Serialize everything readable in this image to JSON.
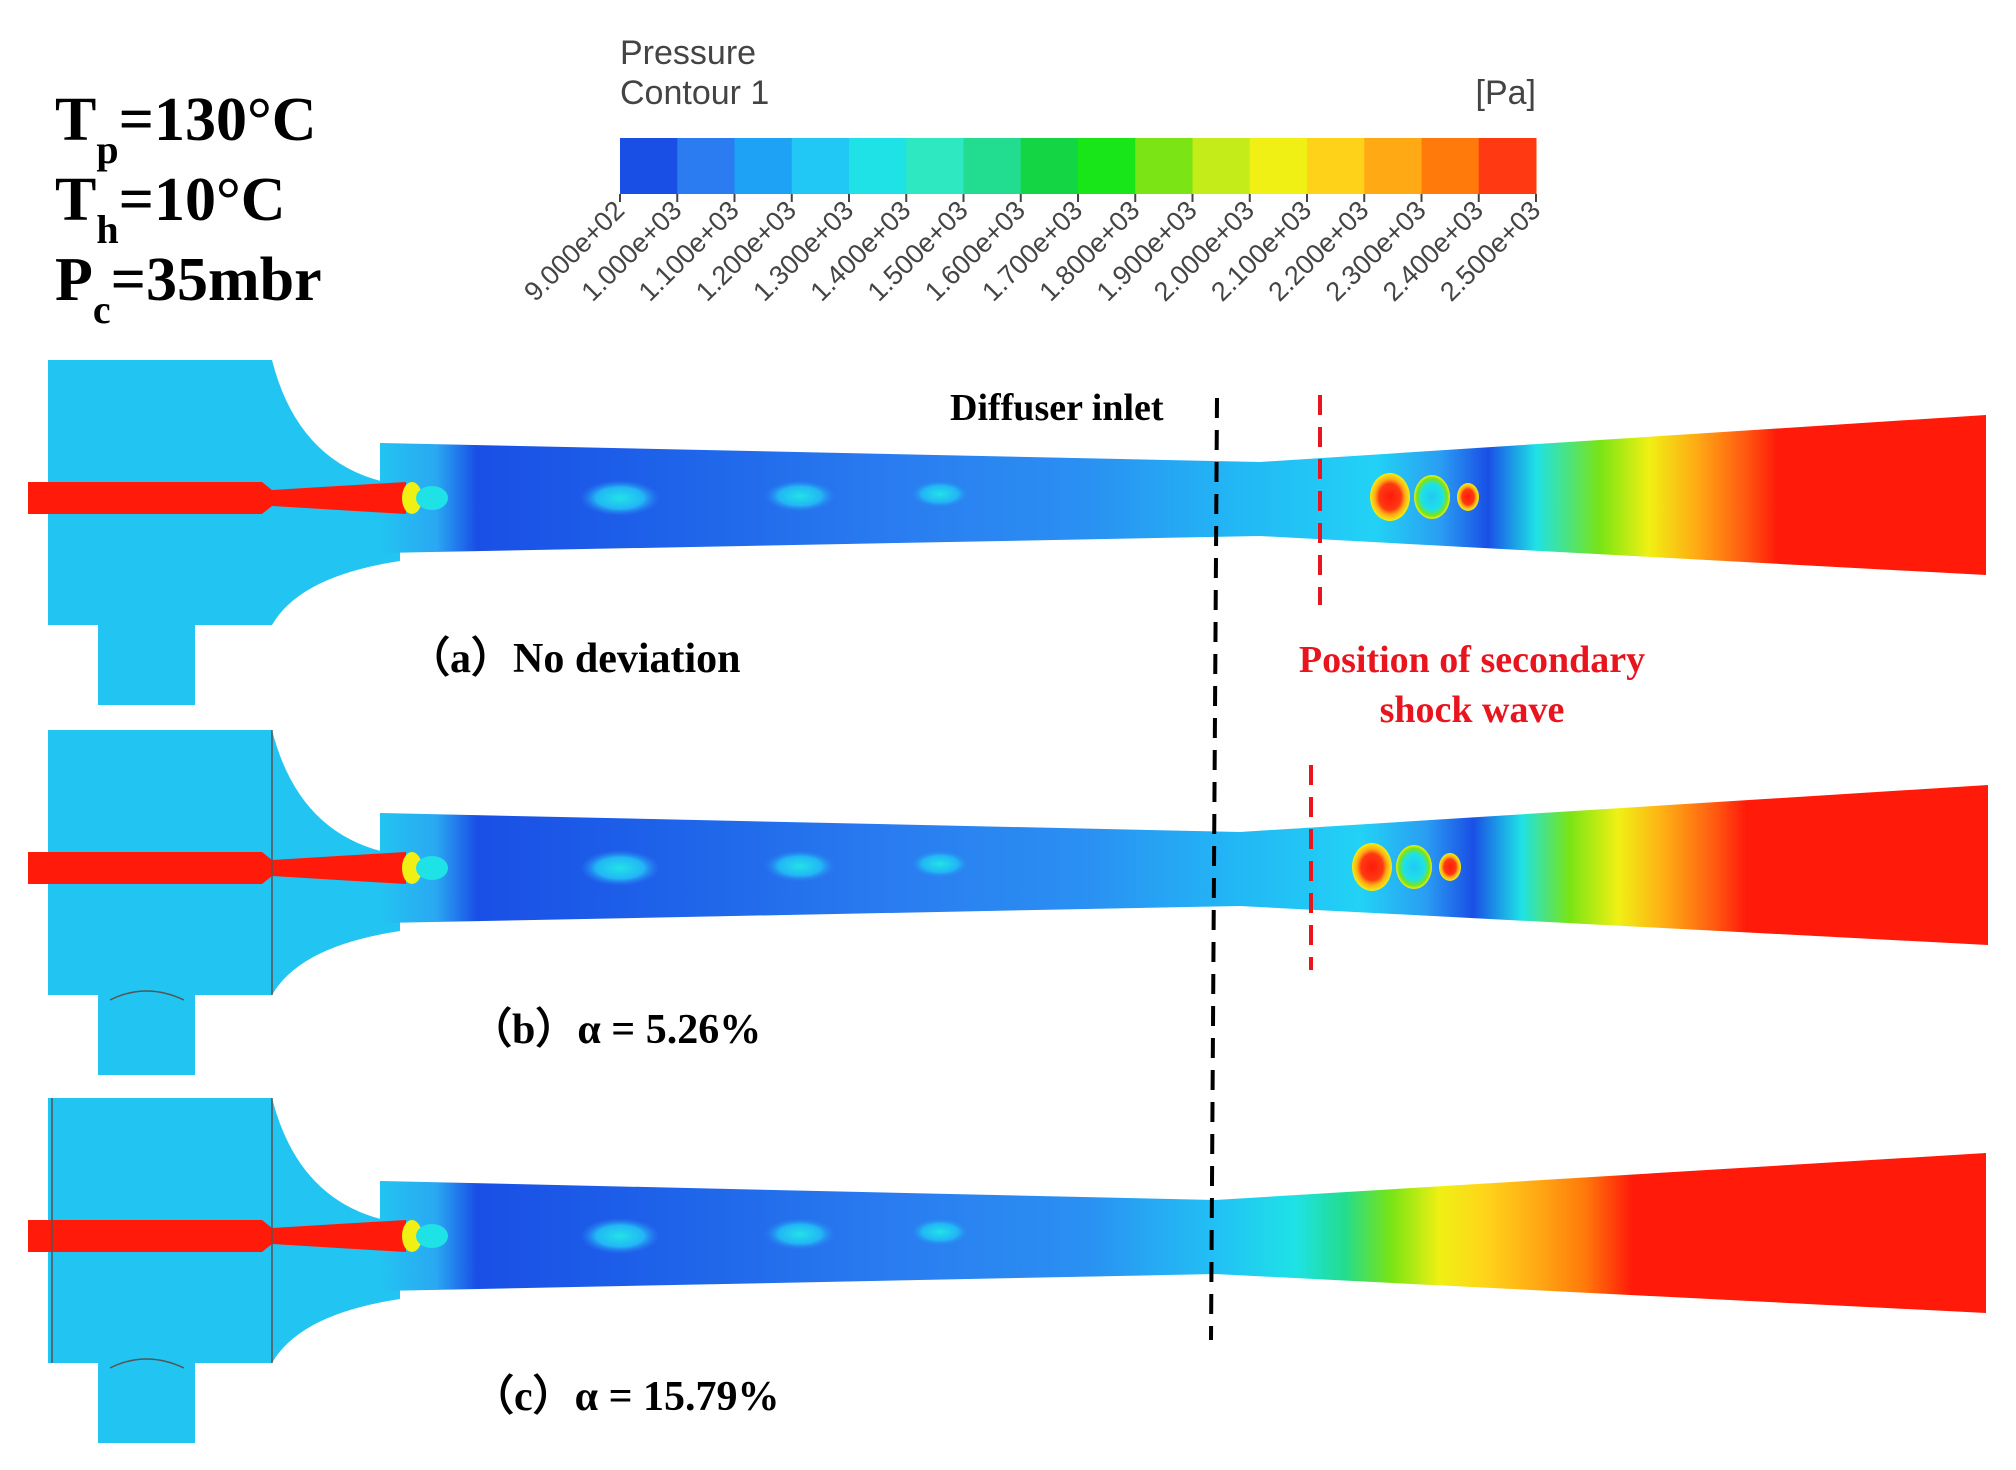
{
  "conditions": {
    "tp": {
      "symbol": "T",
      "sub": "p",
      "value": "=130°C"
    },
    "th": {
      "symbol": "T",
      "sub": "h",
      "value": "=10°C"
    },
    "pc": {
      "symbol": "P",
      "sub": "c",
      "value": "=35mbr"
    }
  },
  "legend": {
    "title": "Pressure",
    "subtitle": "Contour 1",
    "unit": "[Pa]",
    "ticks": [
      "9.000e+02",
      "1.000e+03",
      "1.100e+03",
      "1.200e+03",
      "1.300e+03",
      "1.400e+03",
      "1.500e+03",
      "1.600e+03",
      "1.700e+03",
      "1.800e+03",
      "1.900e+03",
      "2.000e+03",
      "2.100e+03",
      "2.200e+03",
      "2.300e+03",
      "2.400e+03",
      "2.500e+03"
    ],
    "colors": [
      "#1a4fe6",
      "#2a7cf0",
      "#1ea2f5",
      "#22c8f5",
      "#1ee2e6",
      "#2ee8c2",
      "#22dc90",
      "#14d644",
      "#18e618",
      "#7ae414",
      "#c4ec18",
      "#f0f014",
      "#ffd21a",
      "#ffaa14",
      "#ff7a0a",
      "#ff3a12"
    ]
  },
  "annotations": {
    "diffuser_inlet": "Diffuser inlet",
    "shock_wave_line1": "Position of secondary",
    "shock_wave_line2": "shock wave"
  },
  "panels": [
    {
      "label": "（a）No deviation"
    },
    {
      "label": "（b）α = 5.26%"
    },
    {
      "label": "（c）α = 15.79%"
    }
  ]
}
